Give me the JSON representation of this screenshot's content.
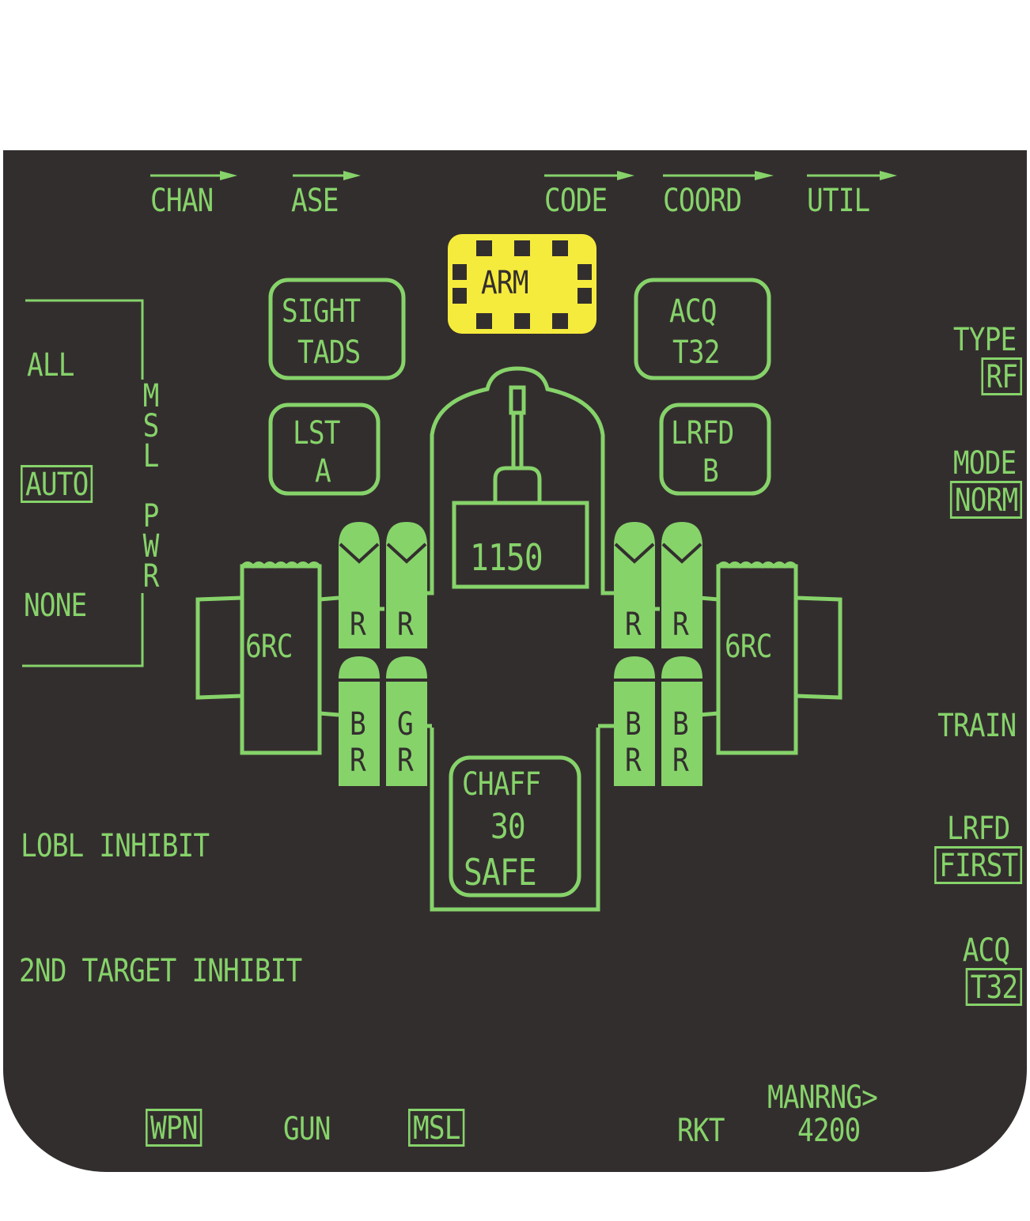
{
  "colors": {
    "background": "#332e2e",
    "symbology": "#86d36a",
    "arm_fill": "#f5eb3c",
    "dark_text": "#332e2e"
  },
  "top_buttons": [
    {
      "label": "CHAN",
      "has_arrow": true
    },
    {
      "label": "ASE",
      "has_arrow": true
    },
    {
      "label": "CODE",
      "has_arrow": true
    },
    {
      "label": "COORD",
      "has_arrow": true
    },
    {
      "label": "UTIL",
      "has_arrow": true
    }
  ],
  "left_panel": {
    "group_label": "MSL PWR",
    "options": [
      "ALL",
      "AUTO",
      "NONE"
    ],
    "selected": "AUTO",
    "lobl_inhibit": "LOBL INHIBIT",
    "second_target_inhibit": "2ND TARGET INHIBIT"
  },
  "right_panel": {
    "type": {
      "label": "TYPE",
      "value": "RF"
    },
    "mode": {
      "label": "MODE",
      "value": "NORM"
    },
    "train": "TRAIN",
    "lrfd": {
      "label": "LRFD",
      "value": "FIRST"
    },
    "acq": {
      "label": "ACQ",
      "value": "T32"
    }
  },
  "center": {
    "arm_status": "ARM",
    "sight": {
      "line1": "SIGHT",
      "line2": "TADS"
    },
    "acq": {
      "line1": "ACQ",
      "line2": "T32"
    },
    "lst": {
      "line1": "LST",
      "line2": "A"
    },
    "lrfd": {
      "line1": "LRFD",
      "line2": "B"
    },
    "gun_rounds": "1150",
    "chaff": {
      "label": "CHAFF",
      "count": "30",
      "status": "SAFE"
    },
    "left_pod": "6RC",
    "right_pod": "6RC",
    "missiles": {
      "left_outboard_upper": "R",
      "left_inboard_upper": "R",
      "left_outboard_lower": [
        "B",
        "R"
      ],
      "left_inboard_lower": [
        "G",
        "R"
      ],
      "right_inboard_upper": "R",
      "right_outboard_upper": "R",
      "right_inboard_lower": [
        "B",
        "R"
      ],
      "right_outboard_lower": [
        "B",
        "R"
      ]
    }
  },
  "bottom_buttons": [
    {
      "label": "WPN",
      "boxed": true
    },
    {
      "label": "GUN",
      "boxed": false
    },
    {
      "label": "MSL",
      "boxed": true
    },
    {
      "label": "RKT",
      "boxed": false
    }
  ],
  "manual_range": {
    "label": "MANRNG>",
    "value": "4200"
  }
}
